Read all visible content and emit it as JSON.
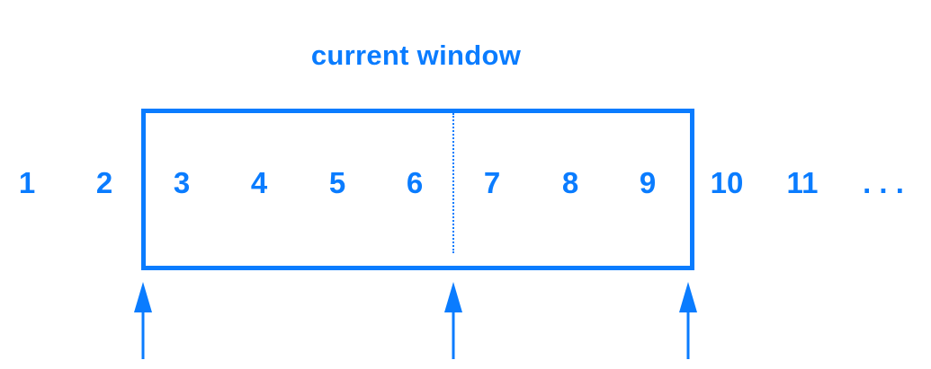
{
  "diagram": {
    "title": "current window",
    "sequence": [
      "1",
      "2",
      "3",
      "4",
      "5",
      "6",
      "7",
      "8",
      "9",
      "10",
      "11",
      ". . ."
    ],
    "window": {
      "first_item": "3",
      "last_item": "9"
    },
    "markers": [
      "window-start",
      "window-middle",
      "window-end"
    ],
    "colors": {
      "accent": "#0a7cff",
      "background": "#ffffff"
    }
  }
}
